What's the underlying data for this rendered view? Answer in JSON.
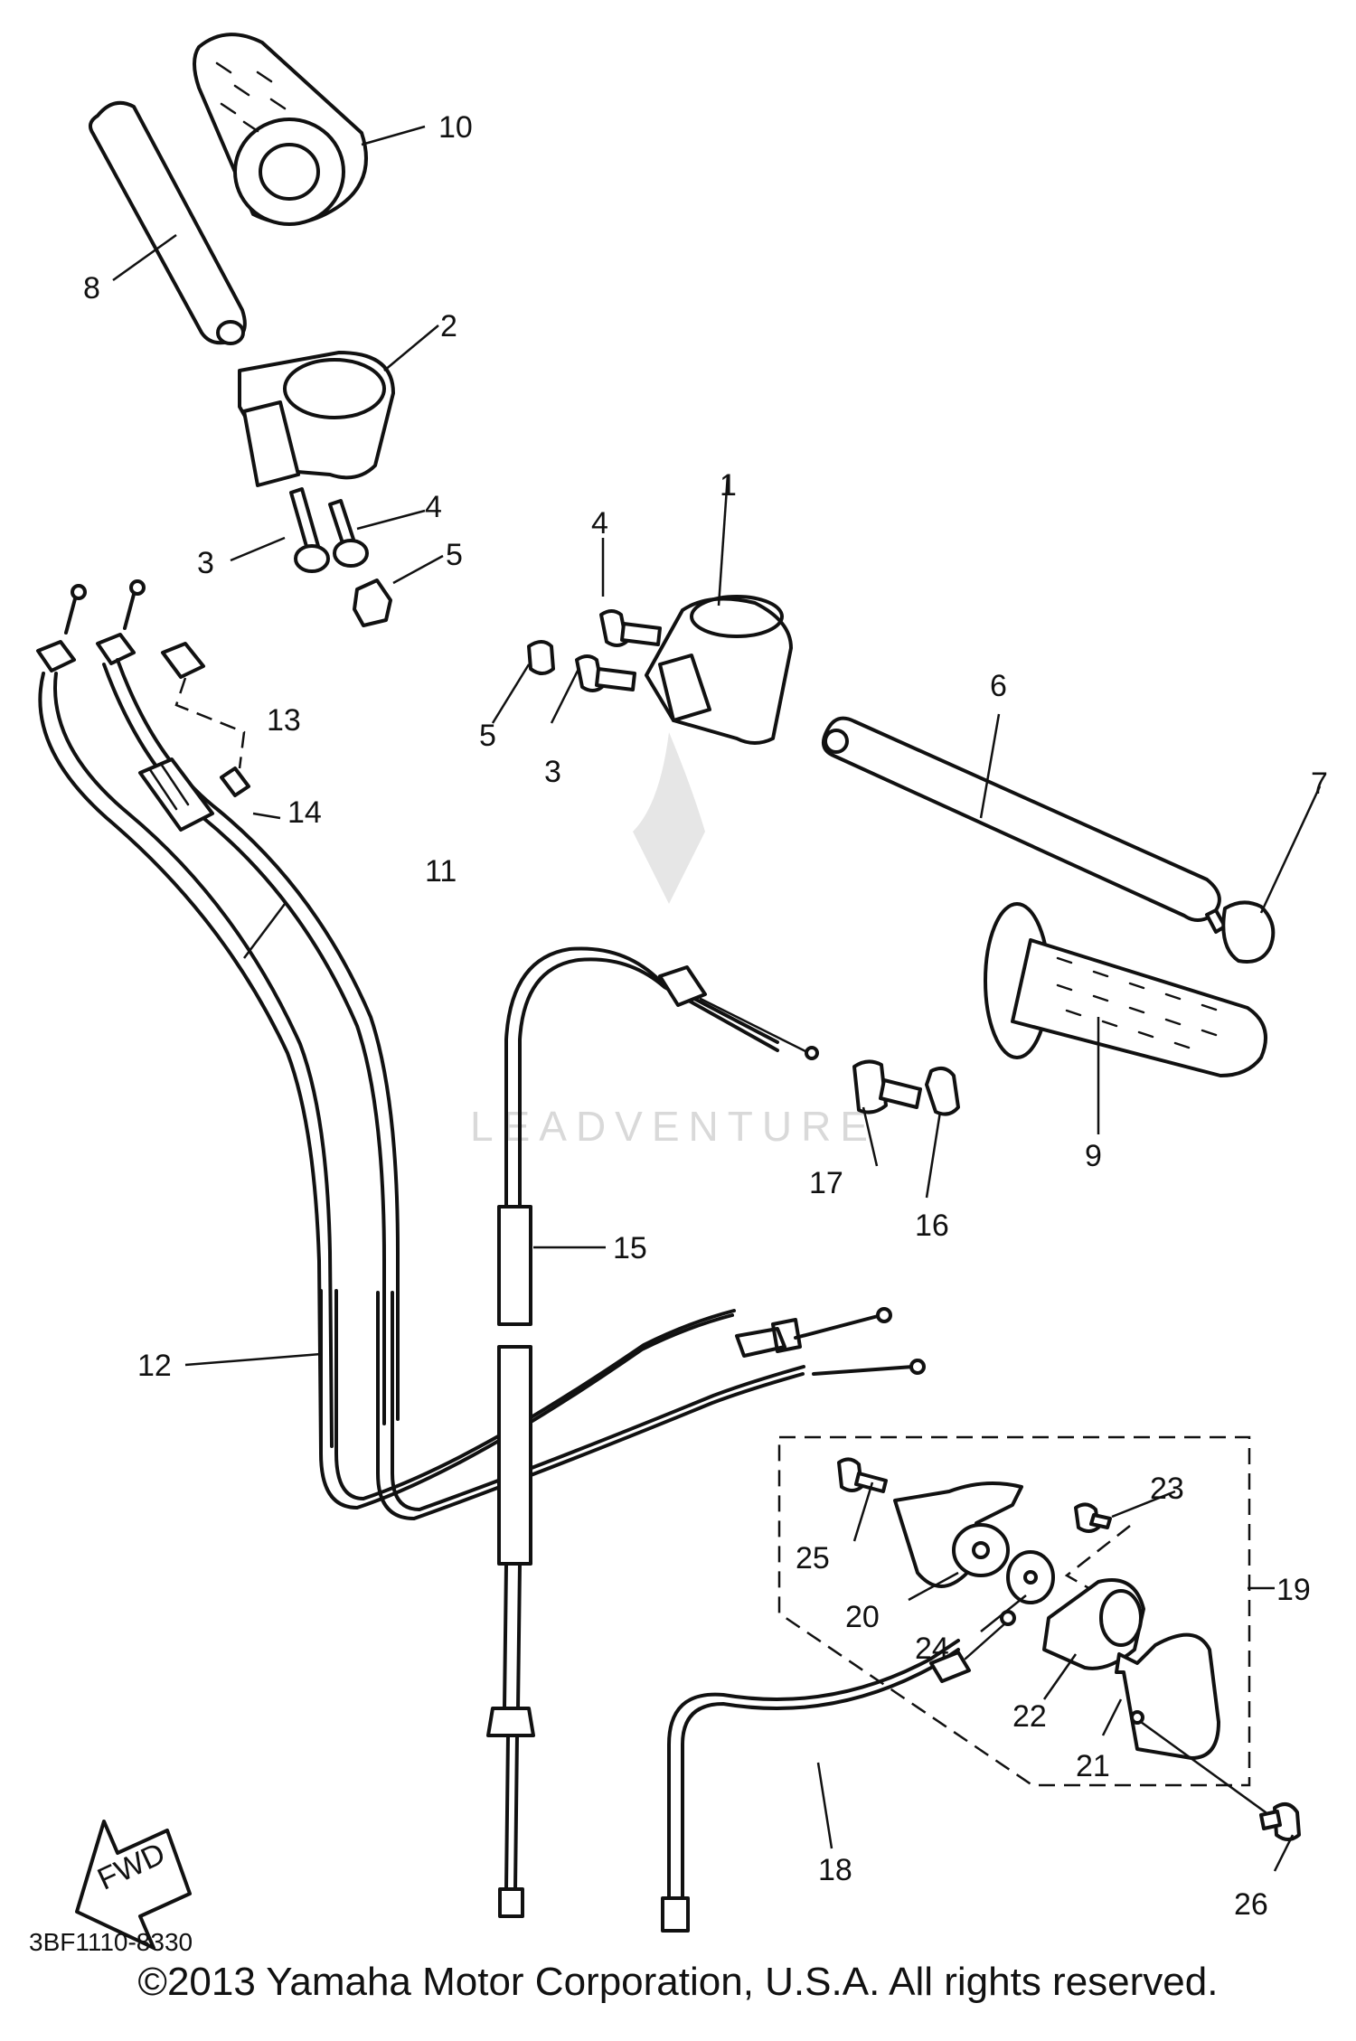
{
  "diagram_code": "3BF1110-8330",
  "fwd_label": "FWD",
  "watermark": "LEADVENTURE",
  "copyright": "©2013 Yamaha Motor Corporation, U.S.A. All rights reserved.",
  "part_labels": {
    "p1": "1",
    "p2": "2",
    "p3a": "3",
    "p3b": "3",
    "p4a": "4",
    "p4b": "4",
    "p5a": "5",
    "p5b": "5",
    "p6": "6",
    "p7": "7",
    "p8": "8",
    "p9": "9",
    "p10": "10",
    "p11": "11",
    "p12": "12",
    "p13": "13",
    "p14": "14",
    "p15": "15",
    "p16": "16",
    "p17": "17",
    "p18": "18",
    "p19": "19",
    "p20": "20",
    "p21": "21",
    "p22": "22",
    "p23": "23",
    "p24": "24",
    "p25": "25",
    "p26": "26"
  },
  "colors": {
    "ink": "#111111",
    "background": "#ffffff",
    "watermark": "#d9d9d9"
  }
}
